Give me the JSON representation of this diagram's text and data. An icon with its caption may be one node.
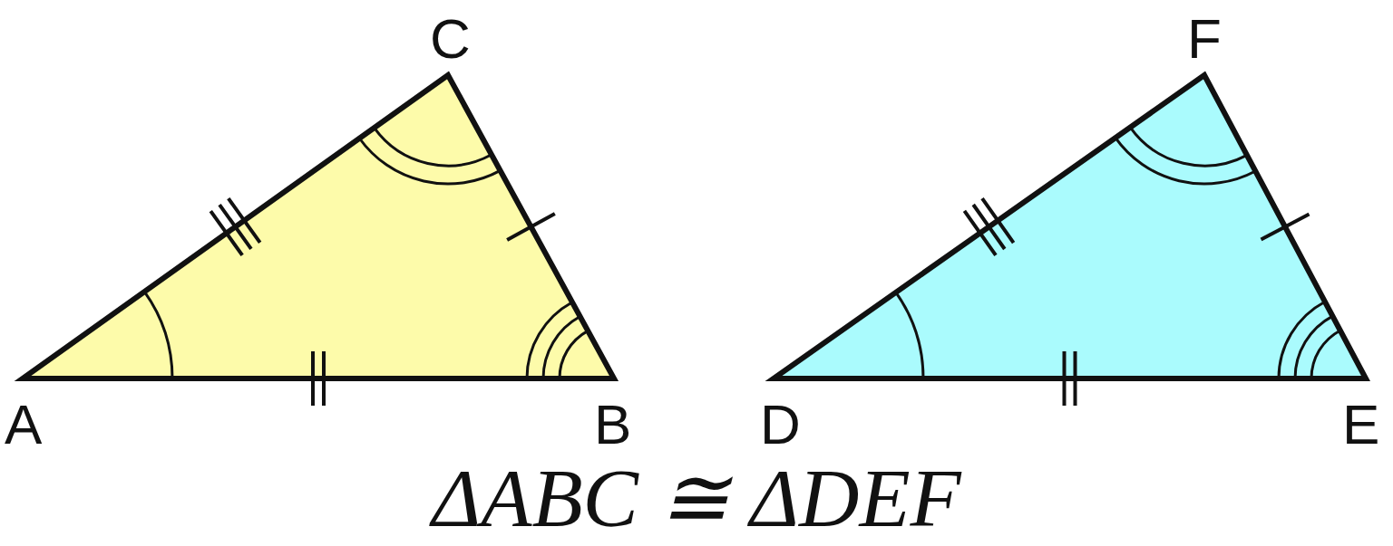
{
  "diagram": {
    "caption": "ΔABC ≅ ΔDEF",
    "labels": [
      "C",
      "F",
      "A",
      "B",
      "D",
      "E"
    ]
  }
}
